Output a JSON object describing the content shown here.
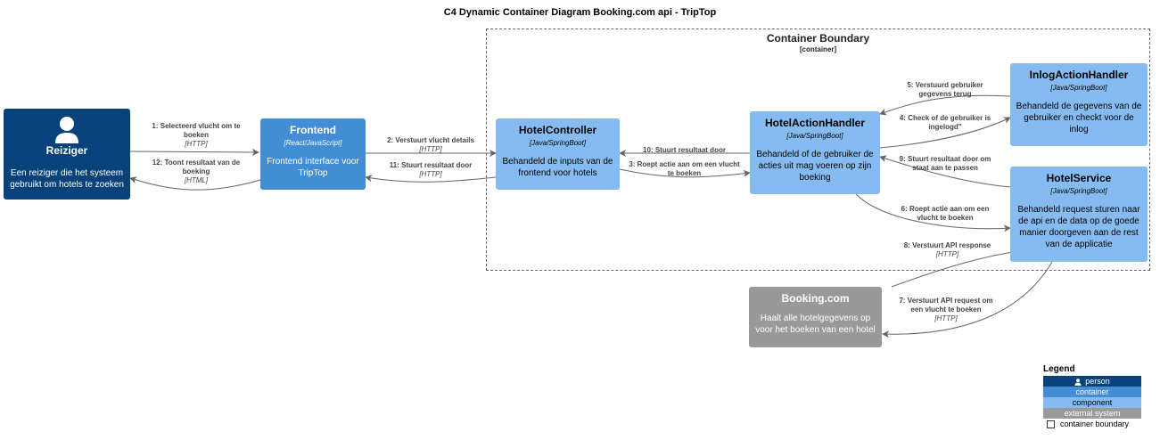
{
  "title": "C4 Dynamic Container Diagram Booking.com api - TripTop",
  "boundary": {
    "title": "Container Boundary",
    "subtitle": "[container]"
  },
  "nodes": {
    "reiziger": {
      "name": "Reiziger",
      "desc": "Een reiziger die het systeem gebruikt om hotels te zoeken",
      "color": "#08427b"
    },
    "frontend": {
      "name": "Frontend",
      "tech": "[React/JavaScript]",
      "desc": "Frontend interface voor TripTop",
      "color": "#438dd5"
    },
    "hotelcontroller": {
      "name": "HotelController",
      "tech": "[Java/SpringBoot]",
      "desc": "Behandeld de inputs van de frontend voor hotels",
      "color": "#85bbf0"
    },
    "hotelactionhandler": {
      "name": "HotelActionHandler",
      "tech": "[Java/SpringBoot]",
      "desc": "Behandeld of de gebruiker de acties uit mag voeren op zijn boeking",
      "color": "#85bbf0"
    },
    "inlogactionhandler": {
      "name": "InlogActionHandler",
      "tech": "[Java/SpringBoot]",
      "desc": "Behandeld de gegevens van de gebruiker en checkt voor de inlog",
      "color": "#85bbf0"
    },
    "hotelservice": {
      "name": "HotelService",
      "tech": "[Java/SpringBoot]",
      "desc": "Behandeld request sturen naar de api en de data op de goede manier doorgeven aan de rest van de applicatie",
      "color": "#85bbf0"
    },
    "booking": {
      "name": "Booking.com",
      "desc": "Haalt alle hotelgegevens op voor het boeken van een hotel",
      "color": "#999999"
    }
  },
  "edges": {
    "e1": {
      "label": "1: Selecteerd vlucht om te boeken",
      "tech": "[HTTP]"
    },
    "e2": {
      "label": "2: Verstuurt vlucht details",
      "tech": "[HTTP]"
    },
    "e3": {
      "label": "3: Roept actie aan om een vlucht te boeken",
      "tech": ""
    },
    "e4": {
      "label": "4: Check of de gebruiker is ingelogd\"",
      "tech": ""
    },
    "e5": {
      "label": "5: Verstuurd gebruiker gegevens terug",
      "tech": ""
    },
    "e6": {
      "label": "6: Roept actie aan om een vlucht te boeken",
      "tech": ""
    },
    "e7": {
      "label": "7: Verstuurt API request om een vlucht te boeken",
      "tech": "[HTTP]"
    },
    "e8": {
      "label": "8: Verstuurt API response",
      "tech": "[HTTP]"
    },
    "e9": {
      "label": "9: Stuurt resultaat door om staat aan te passen",
      "tech": ""
    },
    "e10": {
      "label": "10: Stuurt resultaat door",
      "tech": ""
    },
    "e11": {
      "label": "11: Stuurt resultaat door",
      "tech": "[HTTP]"
    },
    "e12": {
      "label": "12: Toont resultaat van de boeking",
      "tech": "[HTML]"
    }
  },
  "legend": {
    "title": "Legend",
    "items": [
      {
        "label": "person",
        "color": "#08427b"
      },
      {
        "label": "container",
        "color": "#438dd5"
      },
      {
        "label": "component",
        "color": "#85bbf0"
      },
      {
        "label": "external system",
        "color": "#999999"
      }
    ],
    "boundary_label": "container boundary"
  }
}
